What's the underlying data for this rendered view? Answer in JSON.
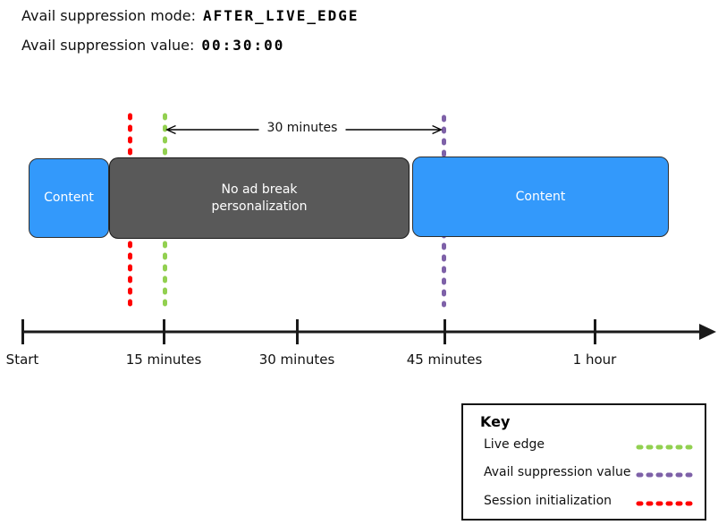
{
  "header": {
    "mode_label": "Avail suppression mode:",
    "mode_value": "AFTER_LIVE_EDGE",
    "value_label": "Avail suppression value:",
    "value_value": "00:30:00"
  },
  "diagram": {
    "arrow_label": "30 minutes",
    "left_content_label": "Content",
    "middle_label": "No ad break personalization",
    "right_content_label": "Content",
    "colors": {
      "content_box": "#3399FB",
      "no_ad_break_box": "#595959"
    }
  },
  "timeline": {
    "tick_labels": [
      "Start",
      "15 minutes",
      "30 minutes",
      "45 minutes",
      "1 hour"
    ]
  },
  "key": {
    "title": "Key",
    "items": [
      {
        "label": "Live edge",
        "color": "#92D050"
      },
      {
        "label": "Avail suppression value",
        "color": "#7E61A8"
      },
      {
        "label": "Session initialization",
        "color": "#FF0000"
      }
    ]
  }
}
